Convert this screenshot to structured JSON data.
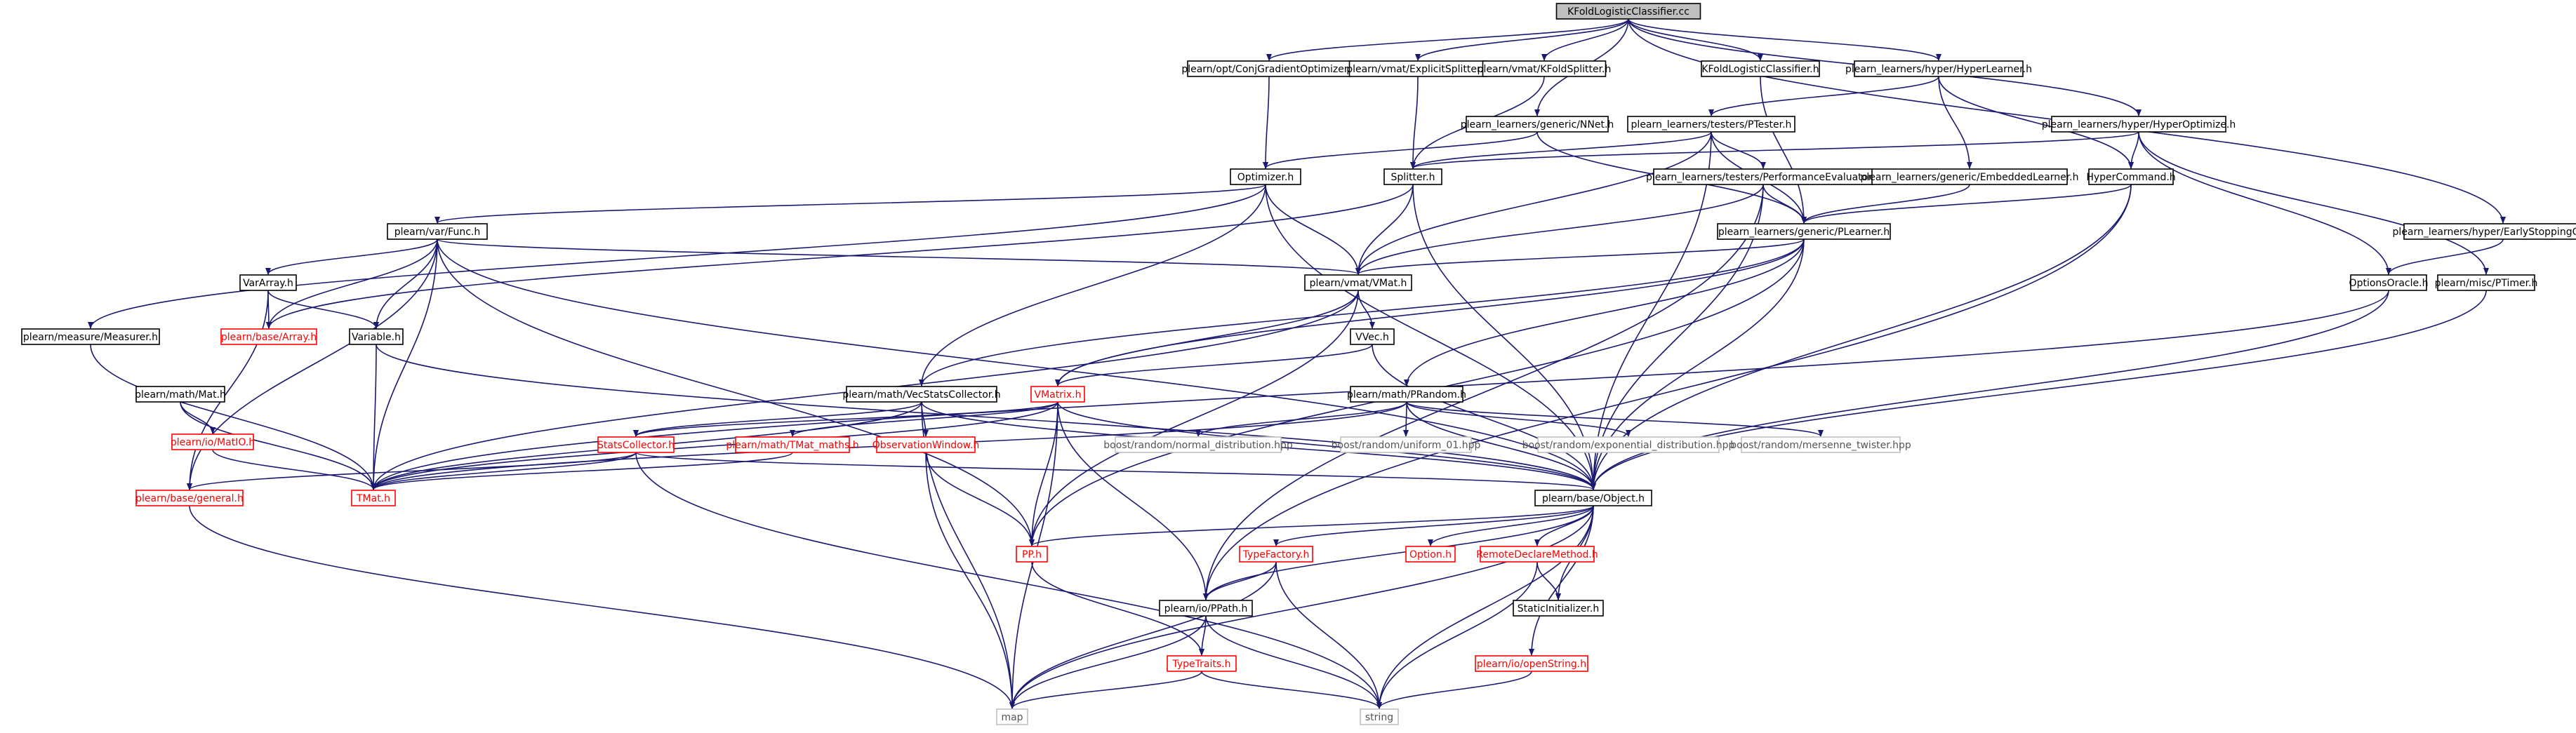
{
  "colors": {
    "edge": "#191970",
    "root_fill": "#bfbfbf",
    "root_stroke": "#000000",
    "documented_stroke": "#000000",
    "documented_text": "#000000",
    "undocumented_stroke": "#ff0000",
    "undocumented_text": "#ff0000",
    "external_stroke": "#bfbfbf",
    "external_text": "#555555"
  },
  "nodes": [
    {
      "id": "root",
      "label": "KFoldLogisticClassifier.cc",
      "style": "root"
    },
    {
      "id": "cgo",
      "label": "plearn/opt/ConjGradientOptimizer.h",
      "style": "documented"
    },
    {
      "id": "expsplit",
      "label": "plearn/vmat/ExplicitSplitter.h",
      "style": "documented"
    },
    {
      "id": "kfsplit",
      "label": "plearn/vmat/KFoldSplitter.h",
      "style": "documented"
    },
    {
      "id": "kflc",
      "label": "KFoldLogisticClassifier.h",
      "style": "documented"
    },
    {
      "id": "hyperlearner",
      "label": "plearn_learners/hyper/HyperLearner.h",
      "style": "documented"
    },
    {
      "id": "nnet",
      "label": "plearn_learners/generic/NNet.h",
      "style": "documented"
    },
    {
      "id": "ptester",
      "label": "plearn_learners/testers/PTester.h",
      "style": "documented"
    },
    {
      "id": "hyperopt",
      "label": "plearn_learners/hyper/HyperOptimize.h",
      "style": "documented"
    },
    {
      "id": "optimizer",
      "label": "Optimizer.h",
      "style": "documented"
    },
    {
      "id": "splitter",
      "label": "Splitter.h",
      "style": "documented"
    },
    {
      "id": "perfeval",
      "label": "plearn_learners/testers/PerformanceEvaluator.h",
      "style": "documented"
    },
    {
      "id": "embedded",
      "label": "plearn_learners/generic/EmbeddedLearner.h",
      "style": "documented"
    },
    {
      "id": "hypercmd",
      "label": "HyperCommand.h",
      "style": "documented"
    },
    {
      "id": "early",
      "label": "plearn_learners/hyper/EarlyStoppingOracle.h",
      "style": "documented"
    },
    {
      "id": "varfunc",
      "label": "plearn/var/Func.h",
      "style": "documented"
    },
    {
      "id": "plearner",
      "label": "plearn_learners/generic/PLearner.h",
      "style": "documented"
    },
    {
      "id": "optoracle",
      "label": "OptionsOracle.h",
      "style": "documented"
    },
    {
      "id": "ptimer",
      "label": "plearn/misc/PTimer.h",
      "style": "documented"
    },
    {
      "id": "vararray",
      "label": "VarArray.h",
      "style": "documented"
    },
    {
      "id": "vmat",
      "label": "plearn/vmat/VMat.h",
      "style": "documented"
    },
    {
      "id": "measurer",
      "label": "plearn/measure/Measurer.h",
      "style": "documented"
    },
    {
      "id": "array",
      "label": "plearn/base/Array.h",
      "style": "undocumented"
    },
    {
      "id": "variable",
      "label": "Variable.h",
      "style": "documented"
    },
    {
      "id": "vvec",
      "label": "VVec.h",
      "style": "documented"
    },
    {
      "id": "mathmat",
      "label": "plearn/math/Mat.h",
      "style": "documented"
    },
    {
      "id": "vecstats",
      "label": "plearn/math/VecStatsCollector.h",
      "style": "documented"
    },
    {
      "id": "vmatrix",
      "label": "VMatrix.h",
      "style": "undocumented"
    },
    {
      "id": "prandom",
      "label": "plearn/math/PRandom.h",
      "style": "documented"
    },
    {
      "id": "matio",
      "label": "plearn/io/MatIO.h",
      "style": "undocumented"
    },
    {
      "id": "statscoll",
      "label": "StatsCollector.h",
      "style": "undocumented"
    },
    {
      "id": "tmatmaths",
      "label": "plearn/math/TMat_maths.h",
      "style": "undocumented"
    },
    {
      "id": "obswin",
      "label": "ObservationWindow.h",
      "style": "undocumented"
    },
    {
      "id": "normal",
      "label": "boost/random/normal_distribution.hpp",
      "style": "external"
    },
    {
      "id": "uniform01",
      "label": "boost/random/uniform_01.hpp",
      "style": "external"
    },
    {
      "id": "expdist",
      "label": "boost/random/exponential_distribution.hpp",
      "style": "external"
    },
    {
      "id": "mersenne",
      "label": "boost/random/mersenne_twister.hpp",
      "style": "external"
    },
    {
      "id": "general",
      "label": "plearn/base/general.h",
      "style": "undocumented"
    },
    {
      "id": "tmat",
      "label": "TMat.h",
      "style": "undocumented"
    },
    {
      "id": "object",
      "label": "plearn/base/Object.h",
      "style": "documented"
    },
    {
      "id": "pp",
      "label": "PP.h",
      "style": "undocumented"
    },
    {
      "id": "typefactory",
      "label": "TypeFactory.h",
      "style": "undocumented"
    },
    {
      "id": "option",
      "label": "Option.h",
      "style": "undocumented"
    },
    {
      "id": "remotedecl",
      "label": "RemoteDeclareMethod.h",
      "style": "undocumented"
    },
    {
      "id": "ppath",
      "label": "plearn/io/PPath.h",
      "style": "documented"
    },
    {
      "id": "staticinit",
      "label": "StaticInitializer.h",
      "style": "documented"
    },
    {
      "id": "typetraits",
      "label": "TypeTraits.h",
      "style": "undocumented"
    },
    {
      "id": "openstring",
      "label": "plearn/io/openString.h",
      "style": "undocumented"
    },
    {
      "id": "map",
      "label": "map",
      "style": "external"
    },
    {
      "id": "string",
      "label": "string",
      "style": "external"
    }
  ],
  "edges": [
    [
      "root",
      "cgo"
    ],
    [
      "root",
      "expsplit"
    ],
    [
      "root",
      "kfsplit"
    ],
    [
      "root",
      "kflc"
    ],
    [
      "root",
      "hyperlearner"
    ],
    [
      "root",
      "nnet"
    ],
    [
      "root",
      "hyperopt"
    ],
    [
      "root",
      "early"
    ],
    [
      "cgo",
      "optimizer"
    ],
    [
      "expsplit",
      "splitter"
    ],
    [
      "kfsplit",
      "splitter"
    ],
    [
      "kflc",
      "plearner"
    ],
    [
      "hyperlearner",
      "ptester"
    ],
    [
      "hyperlearner",
      "embedded"
    ],
    [
      "hyperlearner",
      "hypercmd"
    ],
    [
      "nnet",
      "optimizer"
    ],
    [
      "nnet",
      "plearner"
    ],
    [
      "ptester",
      "splitter"
    ],
    [
      "ptester",
      "perfeval"
    ],
    [
      "ptester",
      "plearner"
    ],
    [
      "ptester",
      "vmat"
    ],
    [
      "ptester",
      "object"
    ],
    [
      "hyperopt",
      "splitter"
    ],
    [
      "hyperopt",
      "hypercmd"
    ],
    [
      "hyperopt",
      "optoracle"
    ],
    [
      "hyperopt",
      "ptimer"
    ],
    [
      "optimizer",
      "varfunc"
    ],
    [
      "optimizer",
      "vmat"
    ],
    [
      "optimizer",
      "measurer"
    ],
    [
      "optimizer",
      "vecstats"
    ],
    [
      "optimizer",
      "object"
    ],
    [
      "splitter",
      "vmat"
    ],
    [
      "splitter",
      "object"
    ],
    [
      "splitter",
      "array"
    ],
    [
      "perfeval",
      "plearner"
    ],
    [
      "perfeval",
      "vmat"
    ],
    [
      "perfeval",
      "ppath"
    ],
    [
      "perfeval",
      "object"
    ],
    [
      "embedded",
      "plearner"
    ],
    [
      "hypercmd",
      "plearner"
    ],
    [
      "hypercmd",
      "object"
    ],
    [
      "hypercmd",
      "ppath"
    ],
    [
      "early",
      "optoracle"
    ],
    [
      "varfunc",
      "vararray"
    ],
    [
      "varfunc",
      "vmat"
    ],
    [
      "varfunc",
      "variable"
    ],
    [
      "varfunc",
      "tmat"
    ],
    [
      "varfunc",
      "general"
    ],
    [
      "varfunc",
      "object"
    ],
    [
      "varfunc",
      "pp"
    ],
    [
      "varfunc",
      "array"
    ],
    [
      "plearner",
      "vmat"
    ],
    [
      "plearner",
      "prandom"
    ],
    [
      "plearner",
      "vecstats"
    ],
    [
      "plearner",
      "object"
    ],
    [
      "plearner",
      "pp"
    ],
    [
      "plearner",
      "vmatrix"
    ],
    [
      "optoracle",
      "object"
    ],
    [
      "optoracle",
      "tmat"
    ],
    [
      "ptimer",
      "object"
    ],
    [
      "vararray",
      "array"
    ],
    [
      "vararray",
      "variable"
    ],
    [
      "vararray",
      "general"
    ],
    [
      "vmat",
      "vvec"
    ],
    [
      "vmat",
      "vmatrix"
    ],
    [
      "vmat",
      "tmat"
    ],
    [
      "vmat",
      "pp"
    ],
    [
      "measurer",
      "tmat"
    ],
    [
      "variable",
      "tmat"
    ],
    [
      "variable",
      "object"
    ],
    [
      "vvec",
      "vmatrix"
    ],
    [
      "vvec",
      "object"
    ],
    [
      "mathmat",
      "matio"
    ],
    [
      "mathmat",
      "tmat"
    ],
    [
      "vecstats",
      "statscoll"
    ],
    [
      "vecstats",
      "obswin"
    ],
    [
      "vecstats",
      "object"
    ],
    [
      "vecstats",
      "map"
    ],
    [
      "vecstats",
      "tmat"
    ],
    [
      "vmatrix",
      "statscoll"
    ],
    [
      "vmatrix",
      "tmatmaths"
    ],
    [
      "vmatrix",
      "pp"
    ],
    [
      "vmatrix",
      "ppath"
    ],
    [
      "vmatrix",
      "object"
    ],
    [
      "vmatrix",
      "map"
    ],
    [
      "vmatrix",
      "tmat"
    ],
    [
      "prandom",
      "normal"
    ],
    [
      "prandom",
      "uniform01"
    ],
    [
      "prandom",
      "expdist"
    ],
    [
      "prandom",
      "mersenne"
    ],
    [
      "prandom",
      "object"
    ],
    [
      "prandom",
      "tmat"
    ],
    [
      "matio",
      "tmat"
    ],
    [
      "statscoll",
      "general"
    ],
    [
      "statscoll",
      "tmat"
    ],
    [
      "statscoll",
      "object"
    ],
    [
      "statscoll",
      "string"
    ],
    [
      "tmatmaths",
      "tmat"
    ],
    [
      "obswin",
      "pp"
    ],
    [
      "obswin",
      "map"
    ],
    [
      "general",
      "map"
    ],
    [
      "object",
      "pp"
    ],
    [
      "object",
      "typefactory"
    ],
    [
      "object",
      "option"
    ],
    [
      "object",
      "remotedecl"
    ],
    [
      "object",
      "ppath"
    ],
    [
      "object",
      "staticinit"
    ],
    [
      "object",
      "openstring"
    ],
    [
      "object",
      "map"
    ],
    [
      "object",
      "string"
    ],
    [
      "pp",
      "typetraits"
    ],
    [
      "typefactory",
      "ppath"
    ],
    [
      "typefactory",
      "map"
    ],
    [
      "typefactory",
      "string"
    ],
    [
      "remotedecl",
      "staticinit"
    ],
    [
      "remotedecl",
      "string"
    ],
    [
      "ppath",
      "typetraits"
    ],
    [
      "ppath",
      "map"
    ],
    [
      "ppath",
      "string"
    ],
    [
      "typetraits",
      "map"
    ],
    [
      "typetraits",
      "string"
    ],
    [
      "openstring",
      "string"
    ]
  ]
}
